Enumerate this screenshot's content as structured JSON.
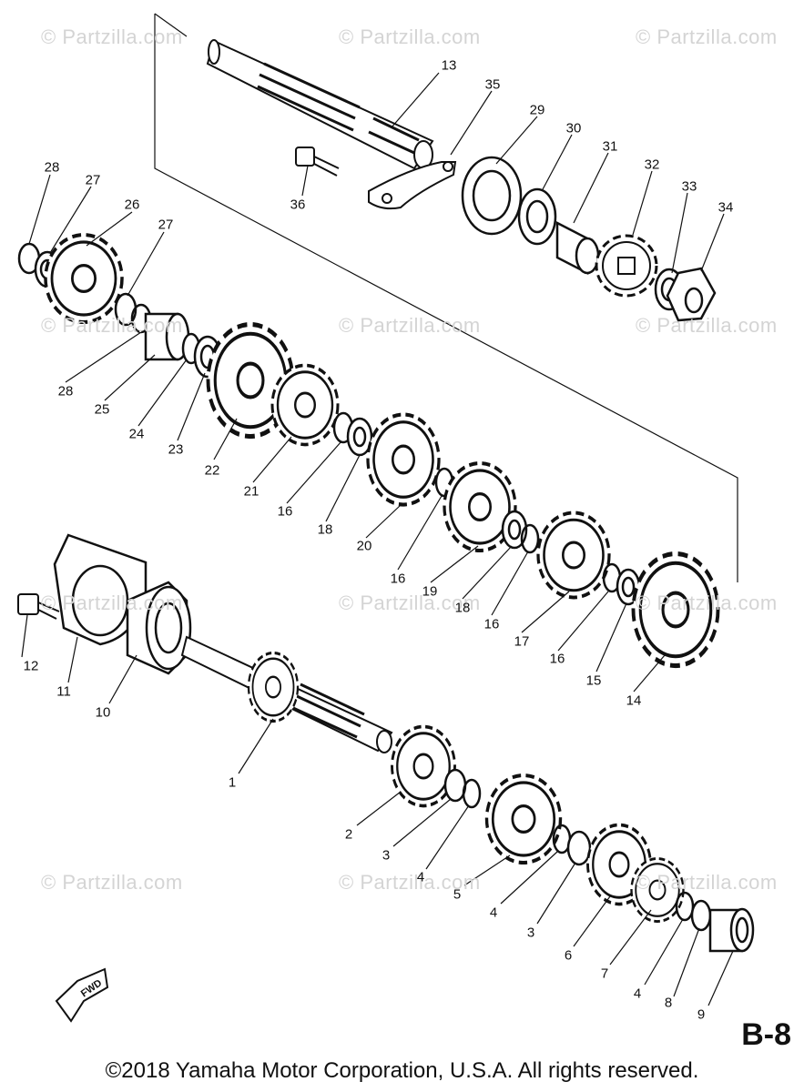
{
  "watermark": "© Partzilla.com",
  "fwd_label": "FWD",
  "page_ref": "B-8",
  "copyright": "©2018  Yamaha Motor Corporation, U.S.A. All rights reserved.",
  "callouts": [
    "1",
    "2",
    "3",
    "4",
    "5",
    "6",
    "7",
    "8",
    "9",
    "10",
    "11",
    "12",
    "13",
    "14",
    "15",
    "16",
    "17",
    "18",
    "19",
    "20",
    "21",
    "22",
    "23",
    "24",
    "25",
    "26",
    "27",
    "28",
    "29",
    "30",
    "31",
    "32",
    "33",
    "34",
    "35",
    "36"
  ]
}
